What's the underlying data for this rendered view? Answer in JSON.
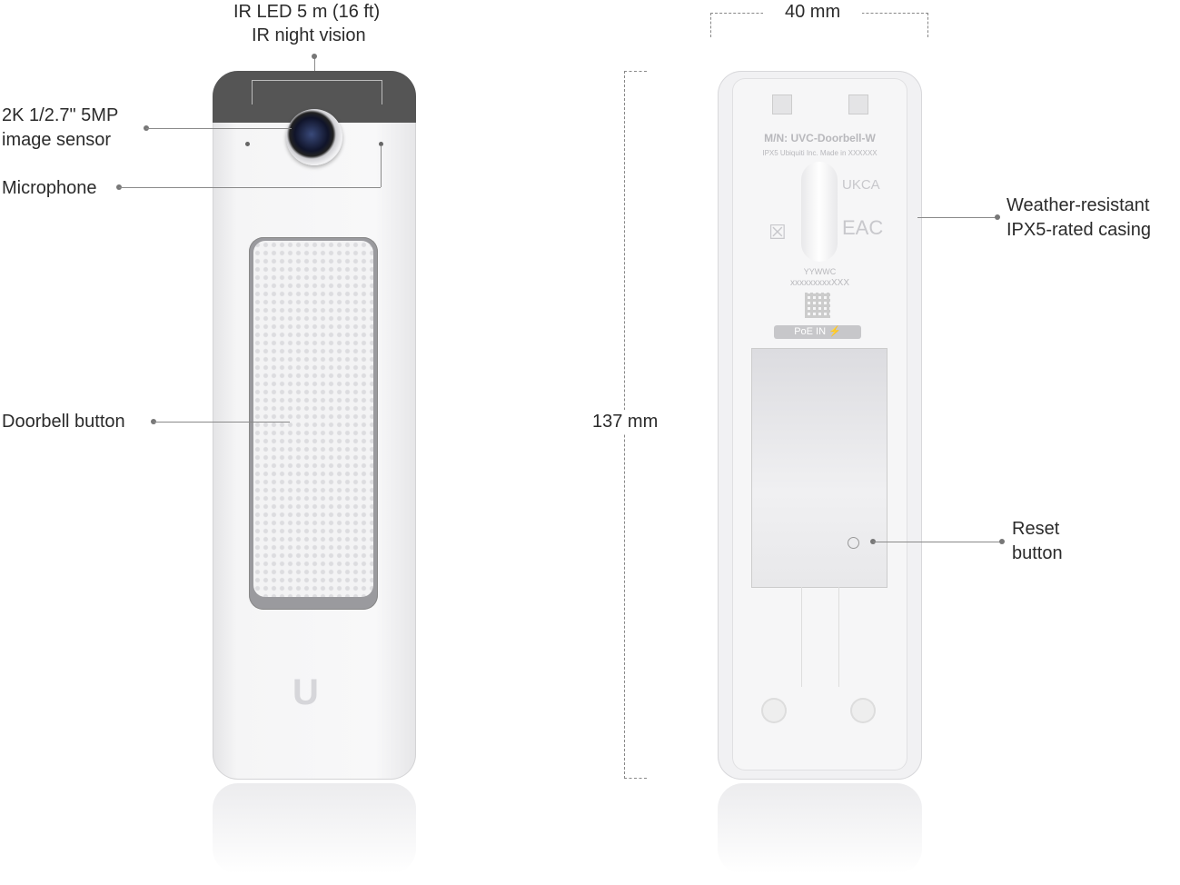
{
  "front": {
    "ir_led_label": "IR LED 5 m (16 ft)",
    "ir_night_label": "IR night vision",
    "sensor_label_1": "2K 1/2.7\" 5MP",
    "sensor_label_2": "image sensor",
    "microphone_label": "Microphone",
    "doorbell_label": "Doorbell button",
    "logo_text": "U"
  },
  "dimensions": {
    "width": "40 mm",
    "height": "137 mm"
  },
  "back": {
    "model": "M/N: UVC-Doorbell-W",
    "info": "IPX5   Ubiquiti Inc.   Made in XXXXXX",
    "marks_left": "UKCA",
    "marks_right": "EAC",
    "date_code": "YYWWC",
    "serial": "xxxxxxxxxXXX",
    "poe_label": "PoE IN ⚡",
    "casing_label_1": "Weather-resistant",
    "casing_label_2": "IPX5-rated casing",
    "reset_label_1": "Reset",
    "reset_label_2": "button"
  }
}
